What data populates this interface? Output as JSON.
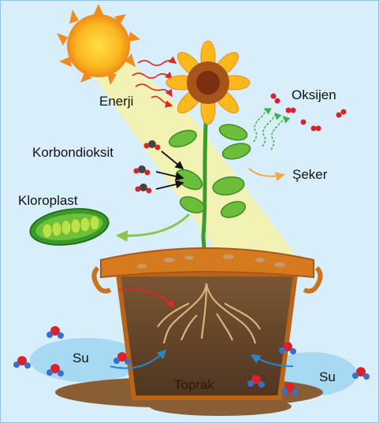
{
  "labels": {
    "energy": "Enerji",
    "oxygen": "Oksijen",
    "carbon_dioxide": "Korbondioksit",
    "sugar": "Şeker",
    "chloroplast": "Kloroplast",
    "water_left": "Su",
    "water_right": "Su",
    "soil": "Toprak"
  },
  "colors": {
    "background": "#d9eefb",
    "sun": "#f7a21b",
    "light_beam": "#f6f2a8",
    "energy_arrows": "#e0262b",
    "oxygen_arrows": "#38b54a",
    "sugar_arrow": "#f5a742",
    "chloroplast_arrow": "#8bc54a",
    "water_arrows": "#2a85c9",
    "water_puddle": "#a7d9f2",
    "pot": "#c9741f",
    "soil": "#6b4a2c"
  }
}
